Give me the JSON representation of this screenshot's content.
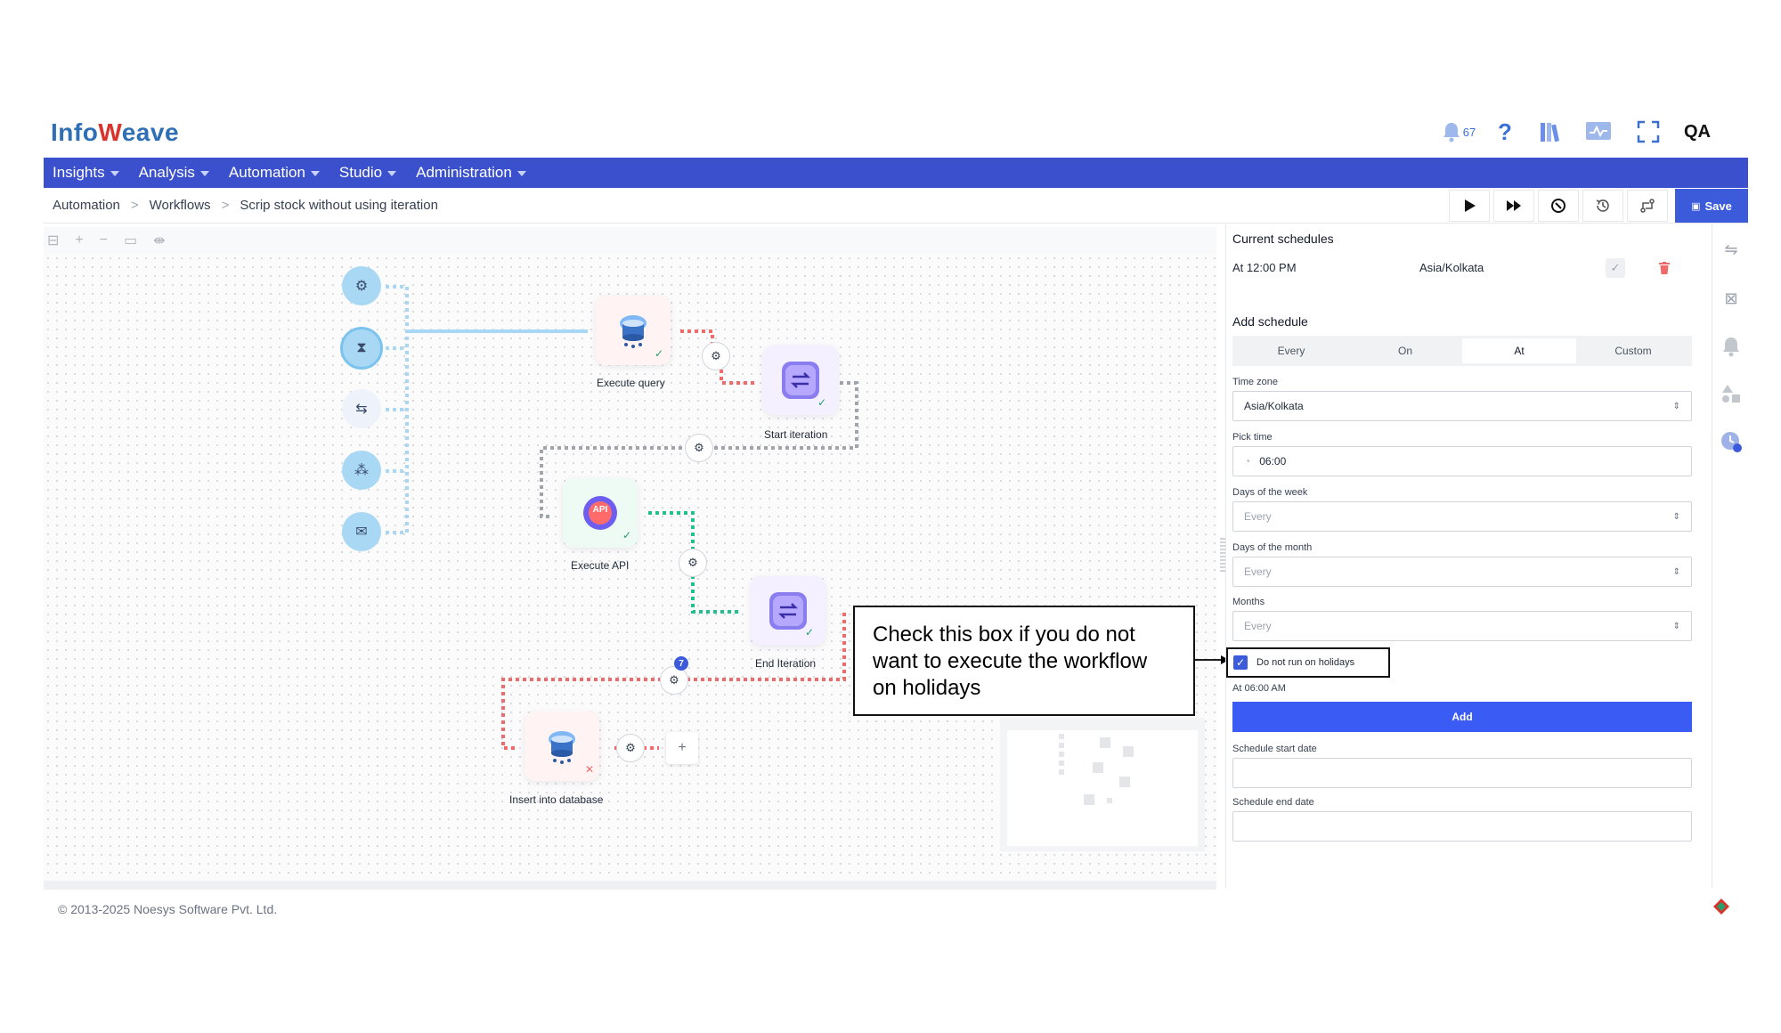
{
  "header": {
    "logo_text_a": "Info",
    "logo_text_w": "W",
    "logo_text_b": "eave",
    "notification_count": "67",
    "user_initials": "QA"
  },
  "nav": [
    "Insights",
    "Analysis",
    "Automation",
    "Studio",
    "Administration"
  ],
  "breadcrumb": [
    "Automation",
    "Workflows",
    "Scrip stock without using iteration"
  ],
  "toolbar": {
    "save_label": "Save"
  },
  "canvas_toolbar": [
    "⊟",
    "+",
    "−",
    "▭",
    "⇼"
  ],
  "nodes": {
    "execute_query": "Execute query",
    "start_iteration": "Start iteration",
    "execute_api": "Execute API",
    "end_iteration": "End Iteration",
    "insert_database": "Insert into database",
    "api_badge": "API",
    "counter_badge": "7",
    "add_symbol": "+"
  },
  "callout": "Check this box if you do not want to execute the workflow on holidays",
  "panel": {
    "current_schedules_title": "Current schedules",
    "schedule_time": "At 12:00 PM",
    "schedule_tz": "Asia/Kolkata",
    "add_schedule_title": "Add schedule",
    "tabs": [
      "Every",
      "On",
      "At",
      "Custom"
    ],
    "active_tab": "At",
    "time_zone_label": "Time zone",
    "time_zone_value": "Asia/Kolkata",
    "pick_time_label": "Pick time",
    "pick_time_value": "06:00",
    "days_week_label": "Days of the week",
    "days_week_value": "Every",
    "days_month_label": "Days of the month",
    "days_month_value": "Every",
    "months_label": "Months",
    "months_value": "Every",
    "holiday_label": "Do not run on holidays",
    "holiday_checked": true,
    "summary": "At 06:00 AM",
    "add_label": "Add",
    "start_date_label": "Schedule start date",
    "end_date_label": "Schedule end date"
  },
  "footer": "© 2013-2025 Noesys Software Pvt. Ltd.",
  "colors": {
    "nav": "#3b50cc",
    "primary": "#3b5bf5",
    "flow_blue": "#a9d8f5",
    "flow_red": "#ee6b6b",
    "flow_green": "#21c08b",
    "flow_gray": "#a0a4ab"
  }
}
